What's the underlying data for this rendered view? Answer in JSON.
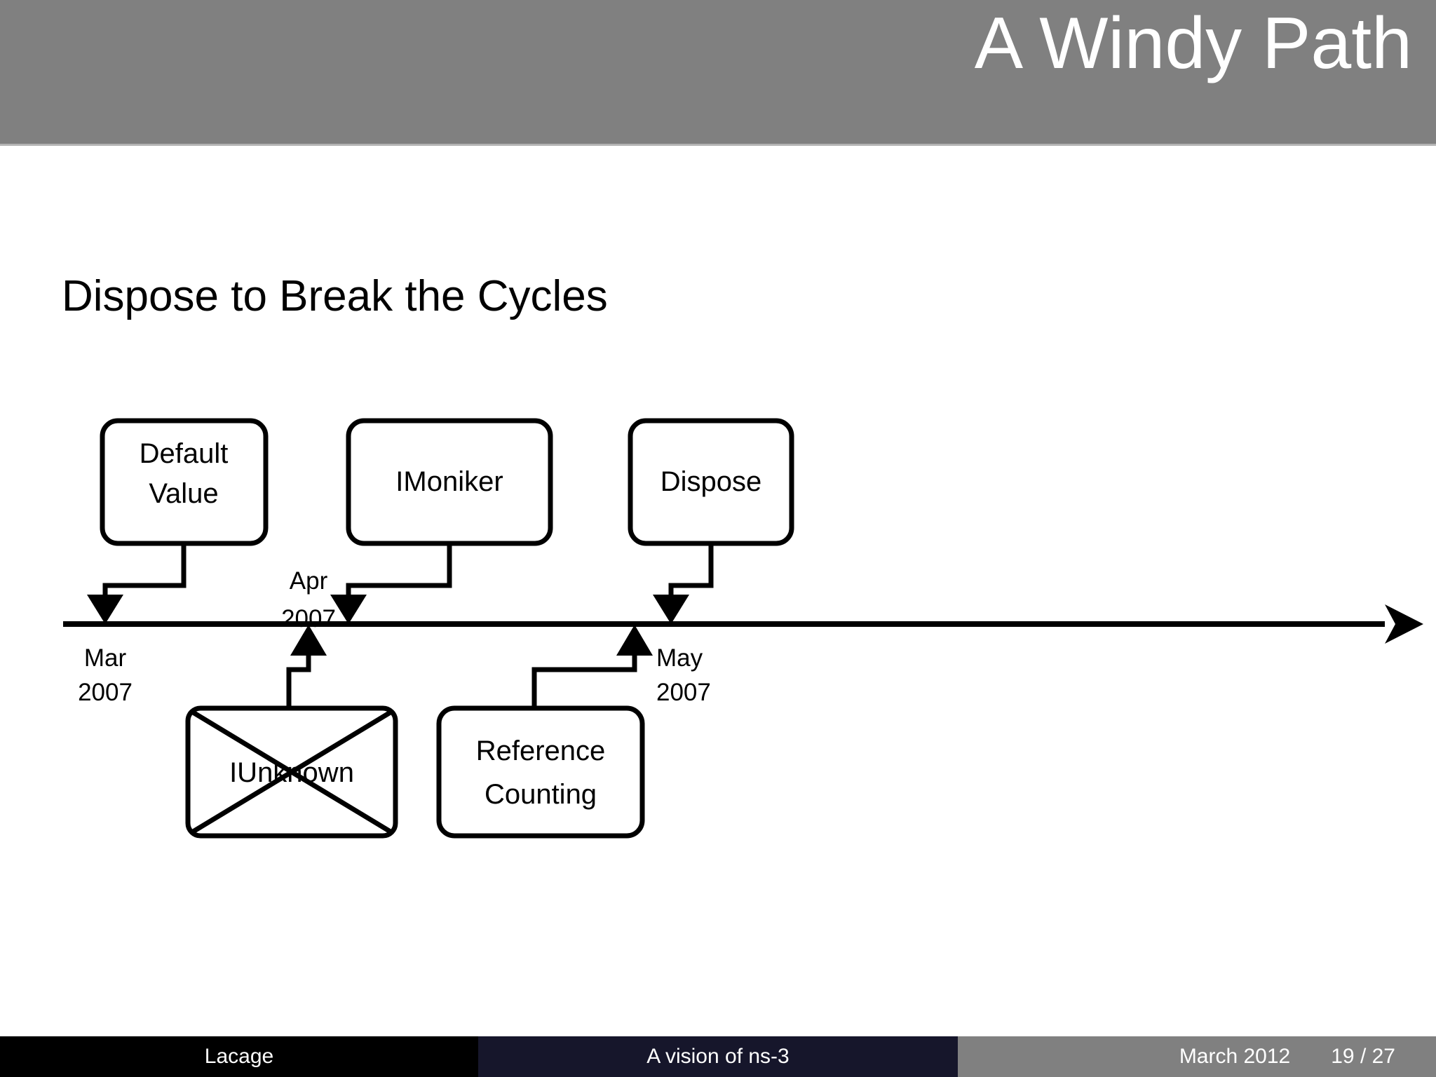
{
  "header": {
    "title": "A Windy Path",
    "background_color": "#808080",
    "text_color": "#ffffff"
  },
  "slide": {
    "title": "Dispose to Break the Cycles"
  },
  "diagram": {
    "type": "timeline",
    "timeline_label": "timeline-axis",
    "nodes_above": [
      {
        "id": "default-value",
        "label_line1": "Default",
        "label_line2": "Value",
        "crossed_out": false
      },
      {
        "id": "imoniker",
        "label_line1": "IMoniker",
        "label_line2": "",
        "crossed_out": false
      },
      {
        "id": "dispose",
        "label_line1": "Dispose",
        "label_line2": "",
        "crossed_out": false
      }
    ],
    "nodes_below": [
      {
        "id": "iunknown",
        "label_line1": "IUnknown",
        "label_line2": "",
        "crossed_out": true
      },
      {
        "id": "reference-counting",
        "label_line1": "Reference",
        "label_line2": "Counting",
        "crossed_out": false
      }
    ],
    "date_labels": [
      {
        "id": "mar-2007",
        "line1": "Mar",
        "line2": "2007",
        "position": "below-axis"
      },
      {
        "id": "apr-2007",
        "line1": "Apr",
        "line2": "2007",
        "position": "above-axis"
      },
      {
        "id": "may-2007",
        "line1": "May",
        "line2": "2007",
        "position": "below-axis"
      }
    ]
  },
  "footer": {
    "author": "Lacage",
    "subject": "A vision of ns-3",
    "date": "March 2012",
    "page": "19 / 27",
    "author_bg": "#000000",
    "subject_bg": "#16162b",
    "meta_bg": "#808080"
  }
}
